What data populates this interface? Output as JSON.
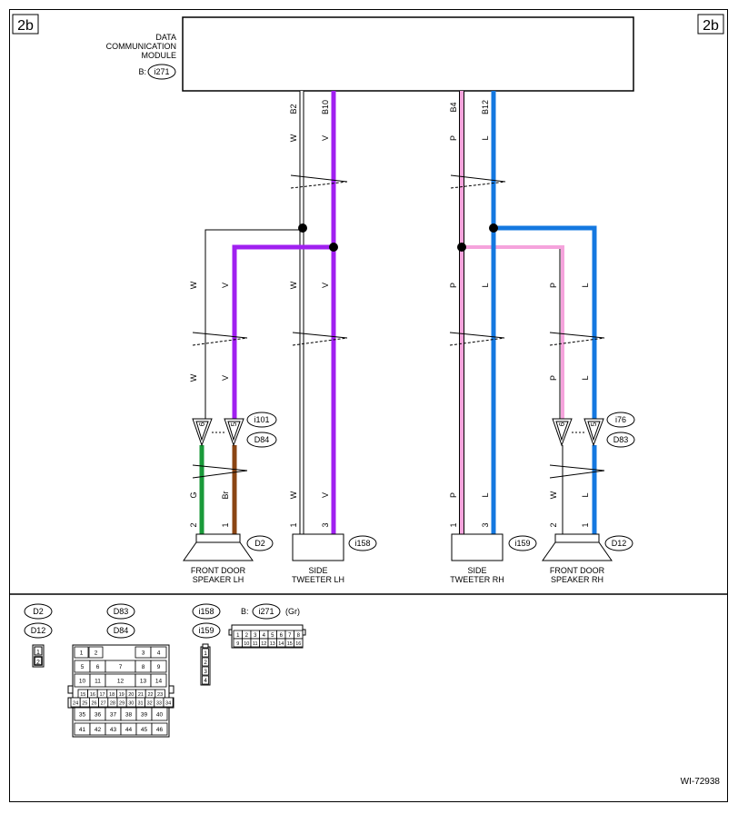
{
  "page_tag_left": "2b",
  "page_tag_right": "2b",
  "module": {
    "line1": "DATA",
    "line2": "COMMUNICATION",
    "line3": "MODULE",
    "prefix": "B:",
    "connector": "i271"
  },
  "colors": {
    "wire_white": "#ffffff",
    "wire_violet": "#a020f0",
    "wire_pink": "#f5a3dc",
    "wire_blue": "#1478e0",
    "wire_green": "#1a9a3a",
    "wire_brown": "#8b4513",
    "outline": "#000000"
  },
  "module_pins": {
    "b2": "B2",
    "b10": "B10",
    "b4": "B4",
    "b12": "B12"
  },
  "wire_labels": {
    "w": "W",
    "v": "V",
    "p": "P",
    "l": "L",
    "g": "G",
    "br": "Br"
  },
  "junctions": {
    "left_conn_a": "i101",
    "left_conn_b": "D84",
    "left_pin_a": "6",
    "left_pin_b": "5",
    "right_conn_a": "i76",
    "right_conn_b": "D83",
    "right_pin_a": "6",
    "right_pin_b": "5"
  },
  "components": {
    "d2": {
      "connector": "D2",
      "line1": "FRONT DOOR",
      "line2": "SPEAKER LH",
      "pin_a": "2",
      "pin_b": "1"
    },
    "i158": {
      "connector": "i158",
      "line1": "SIDE",
      "line2": "TWEETER LH",
      "pin_a": "1",
      "pin_b": "3"
    },
    "i159": {
      "connector": "i159",
      "line1": "SIDE",
      "line2": "TWEETER RH",
      "pin_a": "1",
      "pin_b": "3"
    },
    "d12": {
      "connector": "D12",
      "line1": "FRONT DOOR",
      "line2": "SPEAKER RH",
      "pin_a": "2",
      "pin_b": "1"
    }
  },
  "legend": {
    "d2": "D2",
    "d12": "D12",
    "d83": "D83",
    "d84": "D84",
    "i158": "i158",
    "i159": "i159",
    "b_prefix": "B:",
    "i271": "i271",
    "i271_color": "(Gr)",
    "two_pin": [
      "1",
      "2"
    ],
    "four_pin": [
      "1",
      "2",
      "3",
      "4"
    ],
    "i271_row1": [
      "1",
      "2",
      "3",
      "4",
      "5",
      "6",
      "7",
      "8"
    ],
    "i271_row2": [
      "9",
      "10",
      "11",
      "12",
      "13",
      "14",
      "15",
      "16"
    ],
    "d83_rows": [
      [
        "1",
        "2",
        "3",
        "4"
      ],
      [
        "5",
        "6",
        "7",
        "8",
        "9"
      ],
      [
        "10",
        "11",
        "12",
        "13",
        "14"
      ],
      [
        "15",
        "16",
        "17",
        "18",
        "19",
        "20",
        "21",
        "22",
        "23"
      ],
      [
        "24",
        "25",
        "26",
        "27",
        "28",
        "29",
        "30",
        "31",
        "32",
        "33",
        "34"
      ],
      [
        "35",
        "36",
        "37",
        "38",
        "39",
        "40"
      ],
      [
        "41",
        "42",
        "43",
        "44",
        "45",
        "46"
      ]
    ]
  },
  "diagram_id": "WI-72938"
}
